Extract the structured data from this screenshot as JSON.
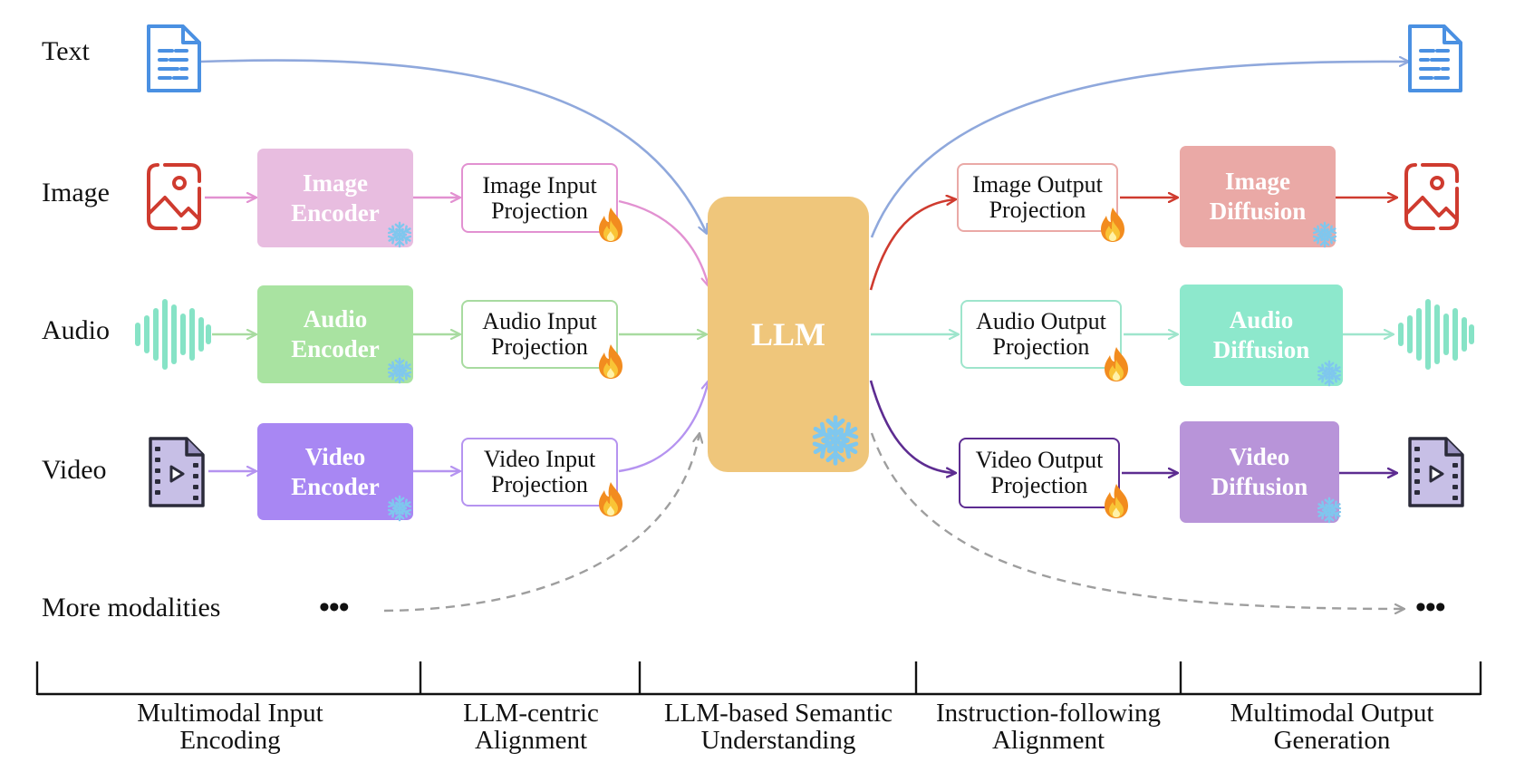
{
  "row_labels": {
    "text": "Text",
    "image": "Image",
    "audio": "Audio",
    "video": "Video",
    "more": "More modalities"
  },
  "encoders": {
    "image": "Image\nEncoder",
    "audio": "Audio\nEncoder",
    "video": "Video\nEncoder"
  },
  "input_projections": {
    "image": "Image Input\nProjection",
    "audio": "Audio Input\nProjection",
    "video": "Video Input\nProjection"
  },
  "llm": "LLM",
  "output_projections": {
    "image": "Image Output\nProjection",
    "audio": "Audio Output\nProjection",
    "video": "Video Output\nProjection"
  },
  "diffusions": {
    "image": "Image\nDiffusion",
    "audio": "Audio\nDiffusion",
    "video": "Video\nDiffusion"
  },
  "ellipsis": "•••",
  "stages": [
    "Multimodal Input\nEncoding",
    "LLM-centric\nAlignment",
    "LLM-based Semantic\nUnderstanding",
    "Instruction-following\nAlignment",
    "Multimodal Output\nGeneration"
  ],
  "icons": {
    "text": "document-icon",
    "image": "picture-icon",
    "audio": "waveform-icon",
    "video": "video-file-icon",
    "frozen": "snowflake-icon",
    "trainable": "fire-icon"
  },
  "colors": {
    "text": "#8fa8dc",
    "image": "#cf3b2f",
    "image_input": "#e291d1",
    "image_encoder": "#e8bde0",
    "image_diffusion": "#eaa9a6",
    "audio_input": "#a8dba0",
    "audio_encoder": "#a9e3a1",
    "audio_output": "#9ee5cc",
    "audio_diffusion": "#8de8cc",
    "audio_icon": "#86e3c6",
    "video_input": "#b593f0",
    "video_encoder": "#a887f3",
    "video_output": "#5d2c91",
    "video_diffusion": "#b894d9",
    "llm": "#efc67b",
    "more": "#9e9e9e",
    "snowflake": "#7fc7ee"
  }
}
